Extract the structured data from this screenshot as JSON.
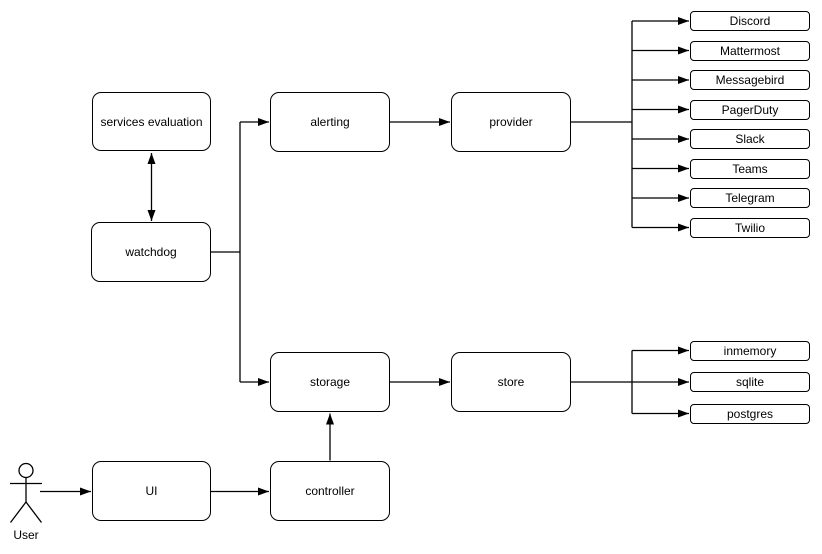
{
  "colors": {
    "background": "#ffffff",
    "node_fill": "#ffffff",
    "stroke": "#000000",
    "text": "#000000"
  },
  "nodes": {
    "services_evaluation": "services evaluation",
    "watchdog": "watchdog",
    "alerting": "alerting",
    "provider": "provider",
    "storage": "storage",
    "store": "store",
    "ui": "UI",
    "controller": "controller"
  },
  "actor": {
    "label": "User"
  },
  "providers": [
    "Discord",
    "Mattermost",
    "Messagebird",
    "PagerDuty",
    "Slack",
    "Teams",
    "Telegram",
    "Twilio"
  ],
  "stores": [
    "inmemory",
    "sqlite",
    "postgres"
  ],
  "edges": [
    {
      "from": "services evaluation",
      "to": "watchdog",
      "type": "bidirectional"
    },
    {
      "from": "watchdog",
      "to": "alerting",
      "type": "arrow"
    },
    {
      "from": "watchdog",
      "to": "storage",
      "type": "arrow"
    },
    {
      "from": "alerting",
      "to": "provider",
      "type": "arrow"
    },
    {
      "from": "provider",
      "to": "Discord",
      "type": "arrow"
    },
    {
      "from": "provider",
      "to": "Mattermost",
      "type": "arrow"
    },
    {
      "from": "provider",
      "to": "Messagebird",
      "type": "arrow"
    },
    {
      "from": "provider",
      "to": "PagerDuty",
      "type": "arrow"
    },
    {
      "from": "provider",
      "to": "Slack",
      "type": "arrow"
    },
    {
      "from": "provider",
      "to": "Teams",
      "type": "arrow"
    },
    {
      "from": "provider",
      "to": "Telegram",
      "type": "arrow"
    },
    {
      "from": "provider",
      "to": "Twilio",
      "type": "arrow"
    },
    {
      "from": "storage",
      "to": "store",
      "type": "arrow"
    },
    {
      "from": "store",
      "to": "inmemory",
      "type": "arrow"
    },
    {
      "from": "store",
      "to": "sqlite",
      "type": "arrow"
    },
    {
      "from": "store",
      "to": "postgres",
      "type": "arrow"
    },
    {
      "from": "User",
      "to": "UI",
      "type": "arrow"
    },
    {
      "from": "UI",
      "to": "controller",
      "type": "arrow"
    },
    {
      "from": "controller",
      "to": "storage",
      "type": "arrow"
    }
  ]
}
